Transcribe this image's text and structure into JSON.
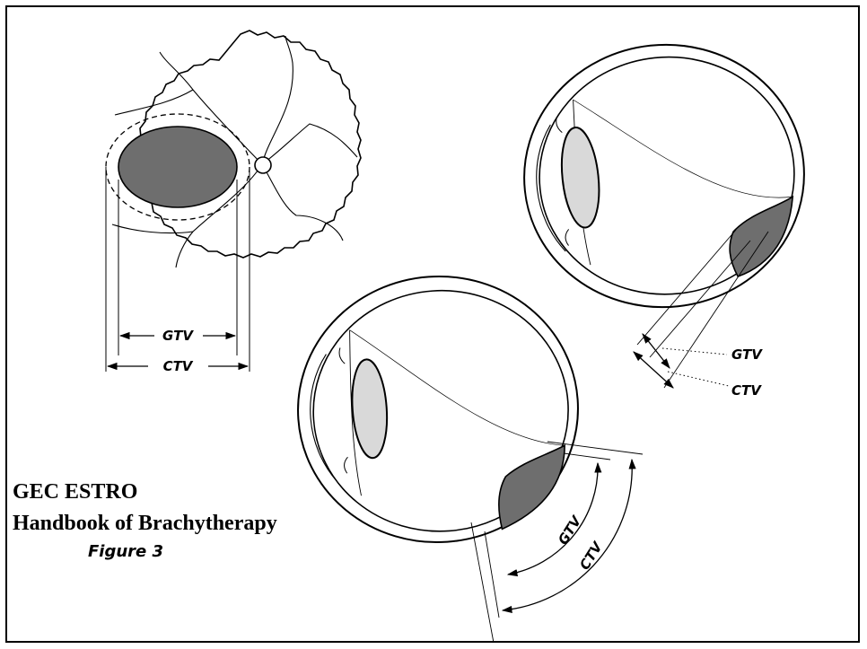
{
  "labels": {
    "top_left": {
      "gtv": "GTV",
      "ctv": "CTV"
    },
    "right": {
      "gtv": "GTV",
      "ctv": "CTV"
    },
    "bottom": {
      "gtv": "GTV",
      "ctv": "CTV"
    }
  },
  "caption": {
    "line1": "GEC ESTRO",
    "line2": "Handbook of Brachytherapy",
    "line3": "Figure 3"
  },
  "colors": {
    "tumor_dark": "#6e6e6e",
    "lens_fill": "#d9d9d9",
    "line": "#000000"
  }
}
